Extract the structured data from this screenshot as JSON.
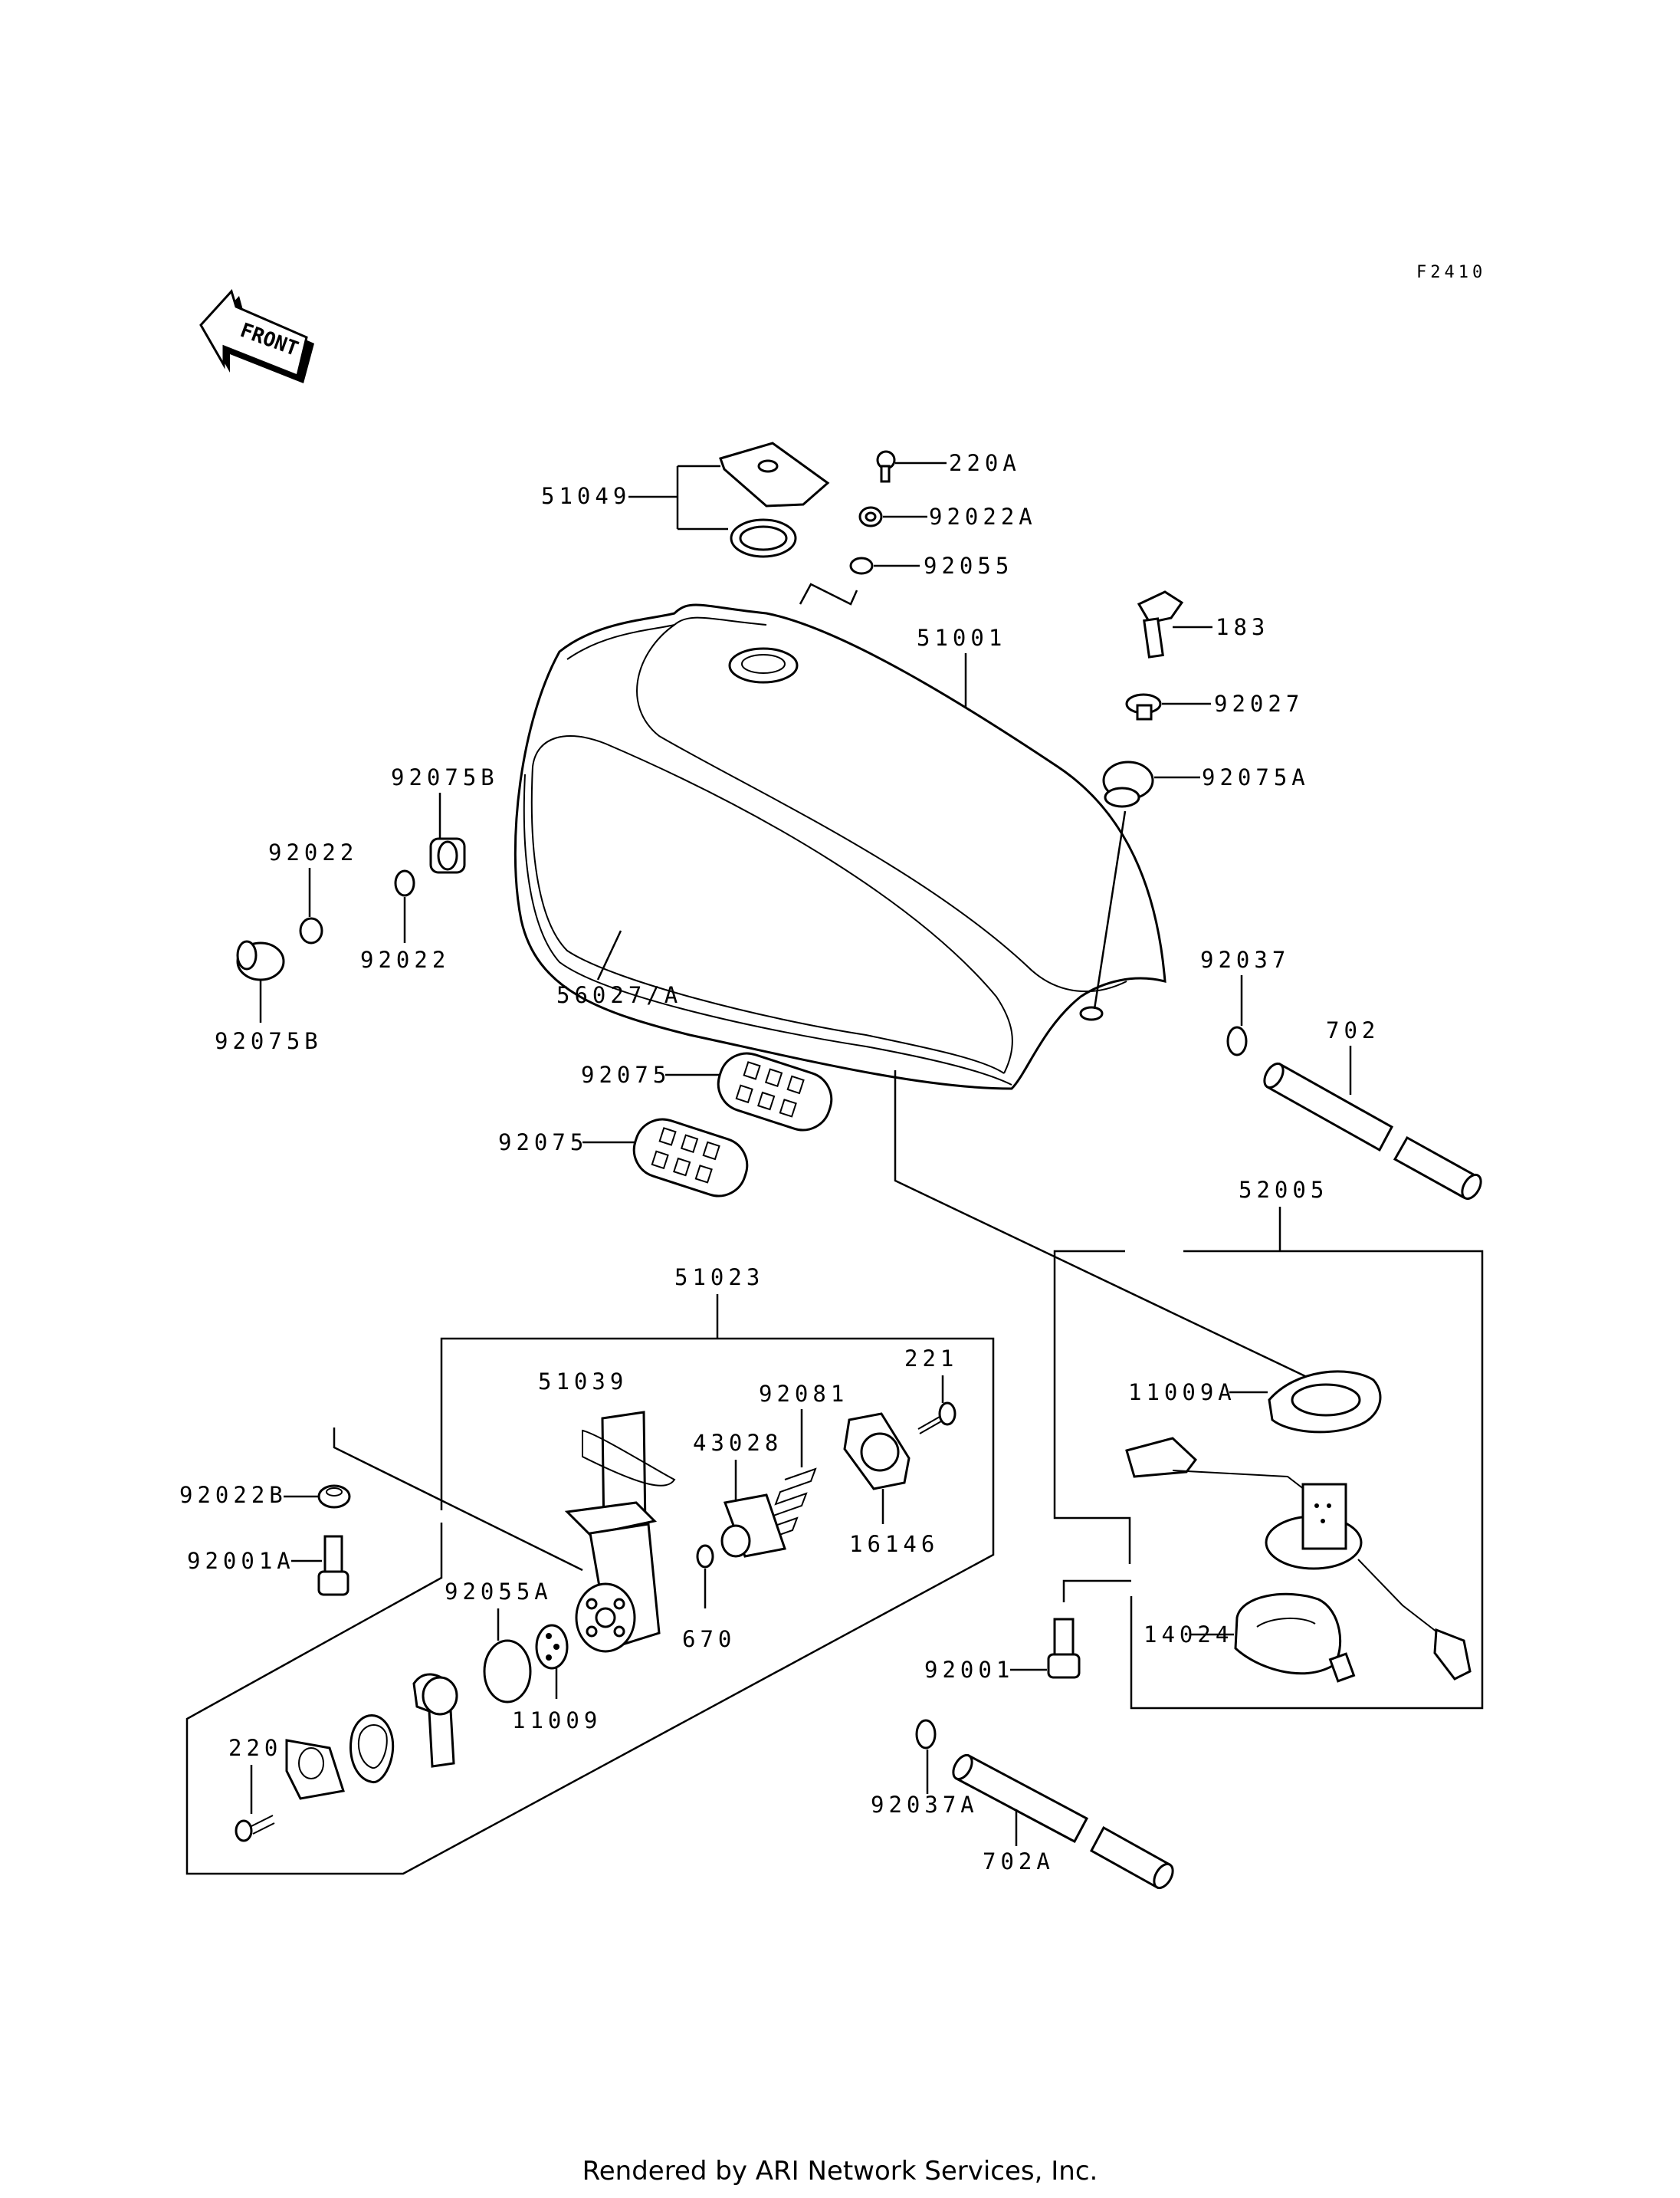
{
  "diagram_code": "F2410",
  "front_label": "FRONT",
  "footer": "Rendered by ARI Network Services, Inc.",
  "labels": {
    "p51049": "51049",
    "p220A": "220A",
    "p92022A": "92022A",
    "p92055": "92055",
    "p183": "183",
    "p51001": "51001",
    "p92027": "92027",
    "p92075A": "92075A",
    "p92075B_top": "92075B",
    "p92022_top": "92022",
    "p92022_bot": "92022",
    "p92075B_bot": "92075B",
    "p56027A": "56027/A",
    "p92037": "92037",
    "p702": "702",
    "p92075_a": "92075",
    "p92075_b": "92075",
    "p52005": "52005",
    "p51023": "51023",
    "p11009A": "11009A",
    "p221": "221",
    "p51039": "51039",
    "p92081": "92081",
    "p43028": "43028",
    "p92022B": "92022B",
    "p16146": "16146",
    "p92001A": "92001A",
    "p92055A": "92055A",
    "p670": "670",
    "p11009": "11009",
    "p14024": "14024",
    "p92001": "92001",
    "p220": "220",
    "p92037A": "92037A",
    "p702A": "702A"
  }
}
